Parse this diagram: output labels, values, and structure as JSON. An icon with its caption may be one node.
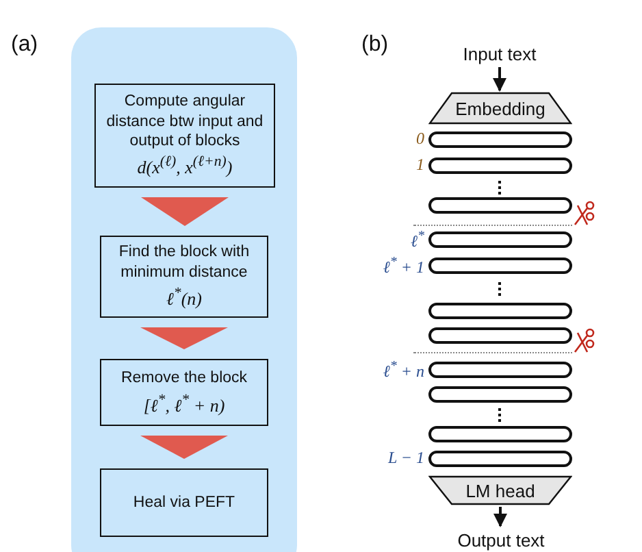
{
  "diagram": {
    "nodes": [
      {
        "text": [],
        "shape": "box"
      },
      {
        "text": [
          "Compute angular distance btw input and output of blocks",
          "d(x$^{(ℓ)}$, x$^{(ℓ+n)}$)"
        ],
        "in": 0
      },
      {
        "text": [
          "Find the block with minimum distance",
          "ℓ$^{*}$(n)"
        ],
        "in": 0
      },
      {
        "text": [
          "Remove the block",
          "[ℓ$^{*}$, ℓ$^{*}$ + n)"
        ],
        "in": 0
      },
      {
        "text": [
          "Heal via PEFT"
        ],
        "in": 0
      },
      {
        "text": [
          "Input text"
        ]
      },
      {
        "text": [
          "Embedding"
        ]
      },
      {
        "text": [],
        "shape": "capsule",
        "beside": [
          "0"
        ]
      },
      {
        "text": [],
        "shape": "capsule",
        "beside": [
          "1"
        ]
      },
      {
        "text": [],
        "shape": "capsule"
      },
      {
        "text": [],
        "shape": "capsule",
        "beside": [
          "ℓ$^{*}$"
        ]
      },
      {
        "text": [],
        "shape": "capsule",
        "beside": [
          "ℓ$^{*}$ + 1"
        ]
      },
      {
        "text": [],
        "shape": "capsule"
      },
      {
        "text": [],
        "shape": "capsule"
      },
      {
        "text": [],
        "shape": "capsule",
        "beside": [
          "ℓ$^{*}$ + n"
        ]
      },
      {
        "text": [],
        "shape": "capsule"
      },
      {
        "text": [],
        "shape": "capsule"
      },
      {
        "text": [],
        "shape": "capsule",
        "beside": [
          "L − 1"
        ]
      },
      {
        "text": [
          "LM head"
        ]
      },
      {
        "text": [
          "Output text"
        ]
      }
    ],
    "edges": [
      {
        "from": 1,
        "to": 2,
        "arrow": "to"
      },
      {
        "from": 2,
        "to": 3,
        "arrow": "to"
      },
      {
        "from": 3,
        "to": 4,
        "arrow": "to"
      },
      {
        "from": 5,
        "to": 6,
        "arrow": "to"
      },
      {
        "from": 18,
        "to": 19,
        "arrow": "to"
      }
    ],
    "labels": [
      "(a)",
      "(b)"
    ]
  }
}
